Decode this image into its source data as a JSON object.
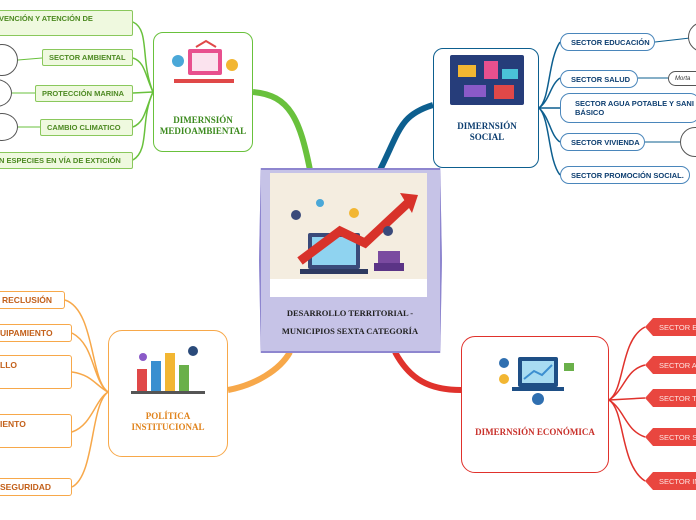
{
  "central": {
    "title": "DESARROLLO TERRITORIAL -",
    "subtitle": "MUNICIPIOS SEXTA CATEGORÍA"
  },
  "social": {
    "title": "DIMERNSIÓN SOCIAL",
    "items": [
      {
        "label": "SECTOR EDUCACIÓN"
      },
      {
        "label": "SECTOR SALUD",
        "note": "Morta"
      },
      {
        "label": "SECTOR AGUA POTABLE Y SANI BÁSICO"
      },
      {
        "label": "SECTOR VIVIENDA"
      },
      {
        "label": "SECTOR PROMOCIÓN SOCIAL."
      }
    ]
  },
  "economic": {
    "title": "DIMERNSIÓN ECONÓMICA",
    "items": [
      {
        "label": "SECTOR E"
      },
      {
        "label": "SECTOR A"
      },
      {
        "label": "SECTOR T"
      },
      {
        "label": "SECTOR S"
      },
      {
        "label": "SECTOR IN"
      }
    ]
  },
  "political": {
    "title": "POLÍTICA INSTITUCIONAL",
    "items": [
      {
        "label": "RECLUSIÓN"
      },
      {
        "label": "UIPAMIENTO"
      },
      {
        "label": "LLO"
      },
      {
        "label": "IENTO"
      },
      {
        "label": "SEGURIDAD"
      }
    ]
  },
  "environment": {
    "title": "DIMERNSIÓN MEDIOAMBIENTAL",
    "items": [
      {
        "label": "VENCIÓN Y ATENCIÓN DE"
      },
      {
        "label": "SECTOR AMBIENTAL"
      },
      {
        "label": "PROTECCIÓN MARINA"
      },
      {
        "label": "CAMBIO CLIMATICO"
      },
      {
        "label": "N ESPECIES EN VÍA DE EXTICIÓN"
      }
    ]
  },
  "colors": {
    "social": "#0d5f8f",
    "economic": "#e0322c",
    "political": "#f7a84a",
    "environment": "#69c13c",
    "central": "#c6c3e7"
  }
}
